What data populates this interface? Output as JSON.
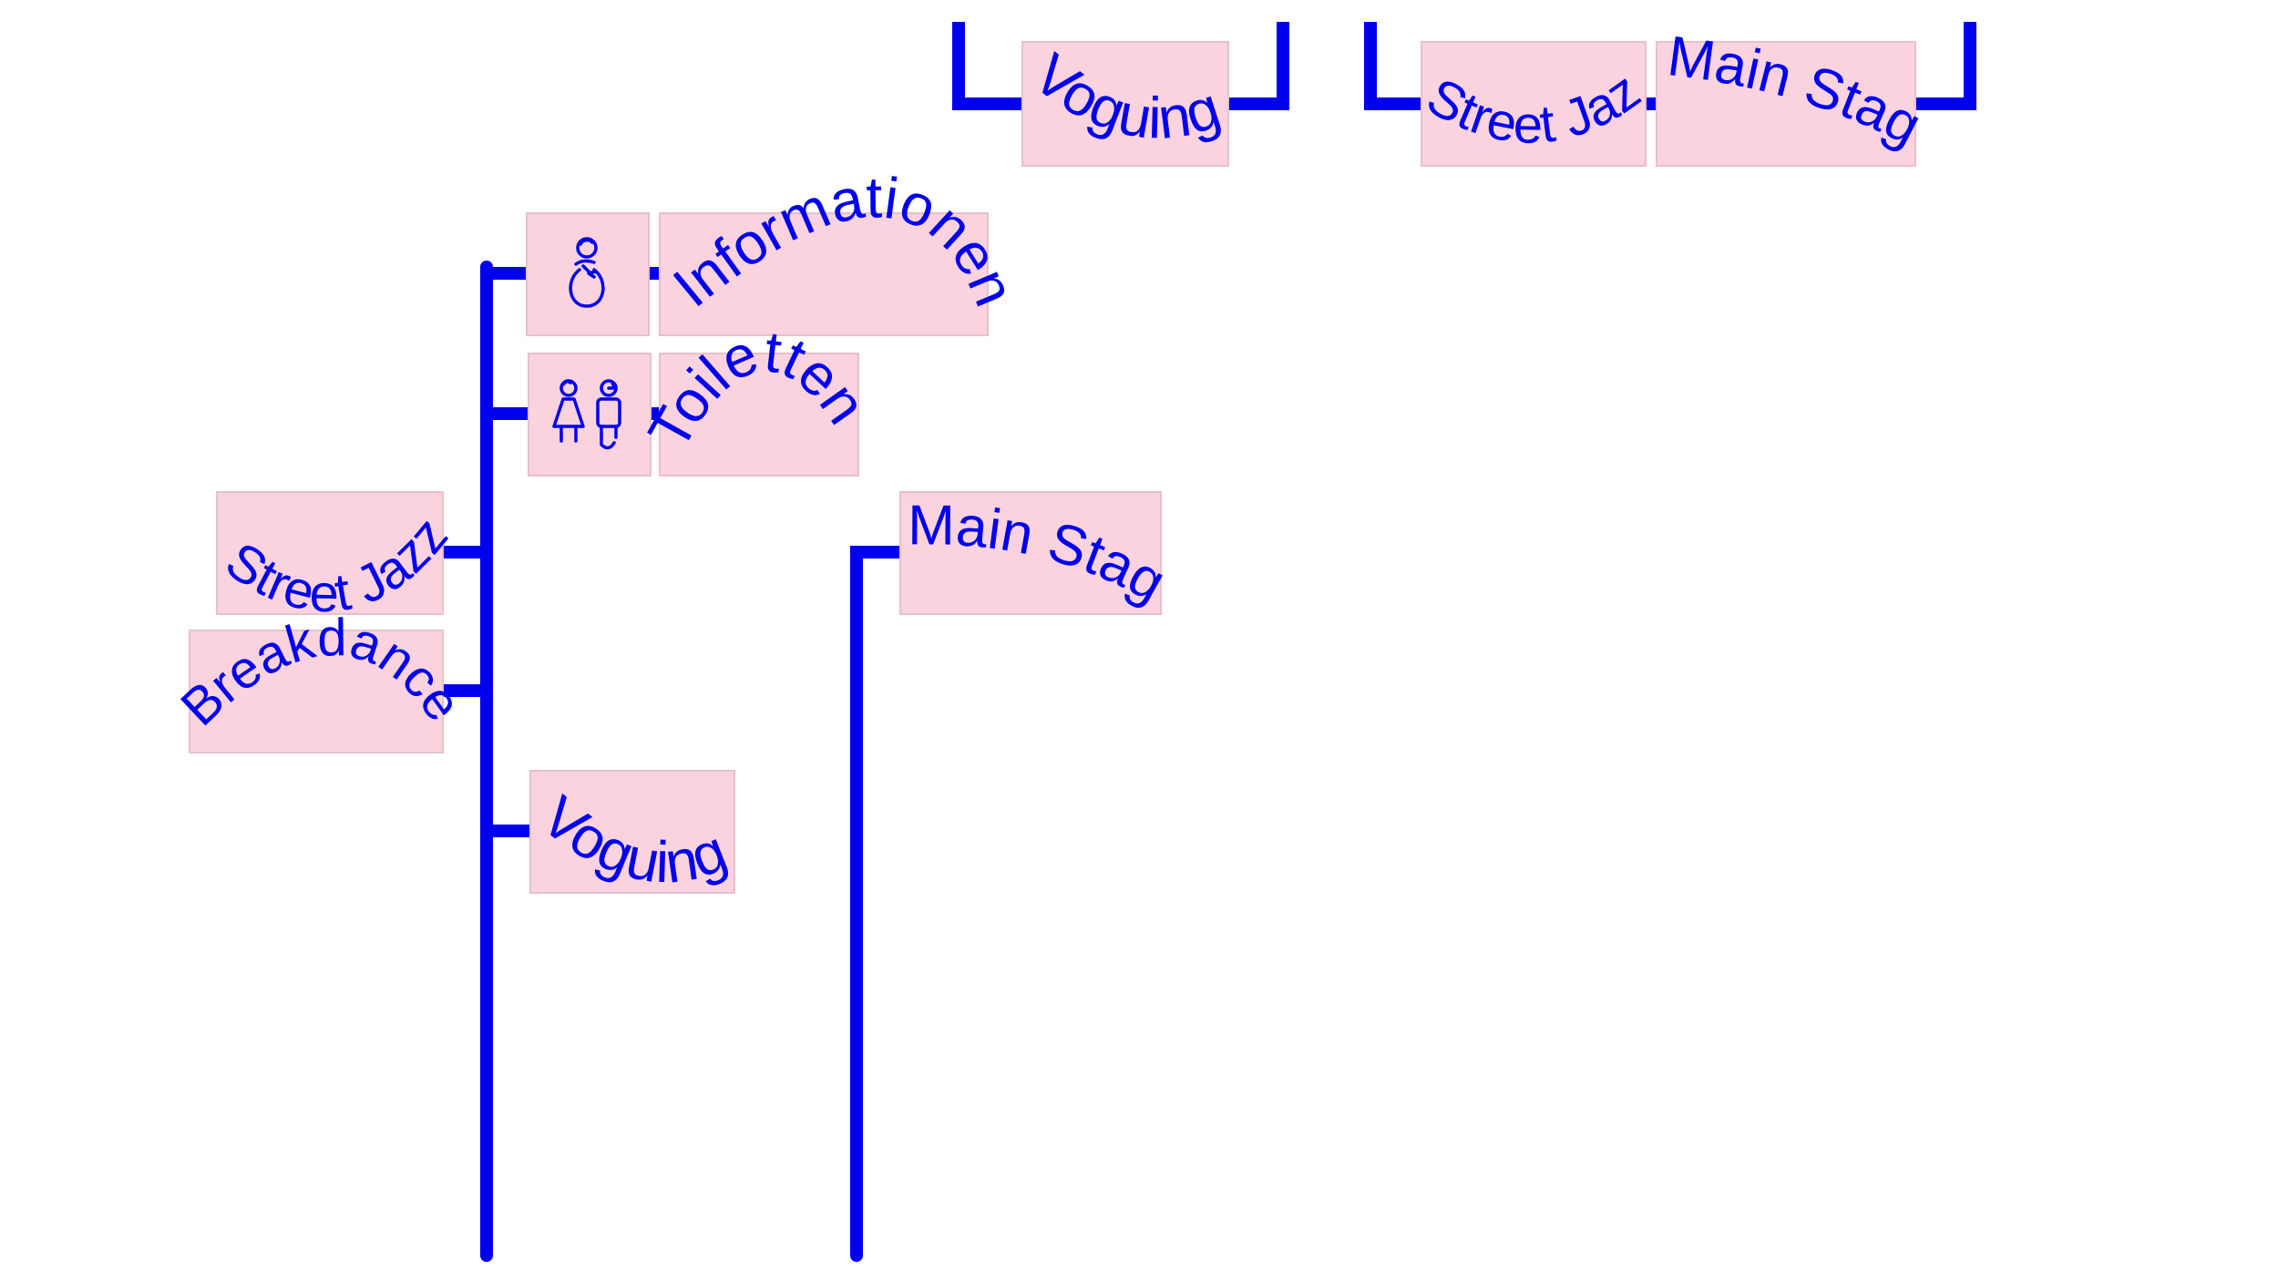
{
  "colors": {
    "line": "#0000ee",
    "tile_fill": "#fbd3df",
    "tile_border": "#e6c0cb",
    "text": "#0000ee",
    "background": "#ffffff"
  },
  "labels": {
    "voguing_top": "Voguing",
    "street_jazz_top": "Street Jazz",
    "main_stage_top": "Main Stage",
    "informationen": "Informationen",
    "toiletten": "Toiletten",
    "street_jazz_left": "Street Jazz",
    "breakdance": "Breakdance",
    "voguing_left": "Voguing",
    "main_stage_center": "Main Stage"
  },
  "icons": {
    "information": "information-person-icon",
    "toilets": "toilets-icon"
  }
}
